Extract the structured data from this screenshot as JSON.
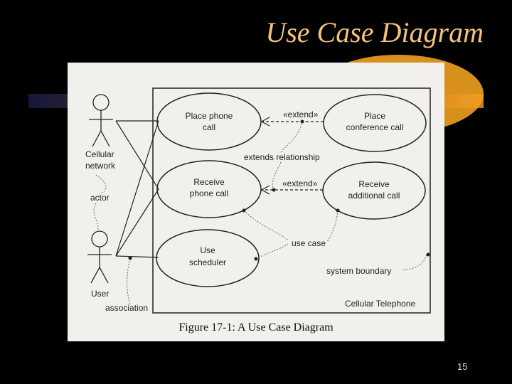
{
  "slide": {
    "title": "Use Case Diagram",
    "page_number": "15"
  },
  "figure": {
    "caption": "Figure 17-1: A Use Case Diagram",
    "system_label": "Cellular Telephone",
    "actors": {
      "cellular_network": [
        "Cellular",
        "network"
      ],
      "user": "User"
    },
    "use_cases": {
      "place_phone_call": [
        "Place phone",
        "call"
      ],
      "receive_phone_call": [
        "Receive",
        "phone call"
      ],
      "use_scheduler": [
        "Use",
        "scheduler"
      ],
      "place_conference_call": [
        "Place",
        "conference call"
      ],
      "receive_additional_call": [
        "Receive",
        "additional call"
      ]
    },
    "stereotypes": {
      "extend_1": "«extend»",
      "extend_2": "«extend»"
    },
    "annotations": {
      "extends_relationship": "extends relationship",
      "actor": "actor",
      "use_case": "use case",
      "system_boundary": "system boundary",
      "association": "association"
    }
  }
}
